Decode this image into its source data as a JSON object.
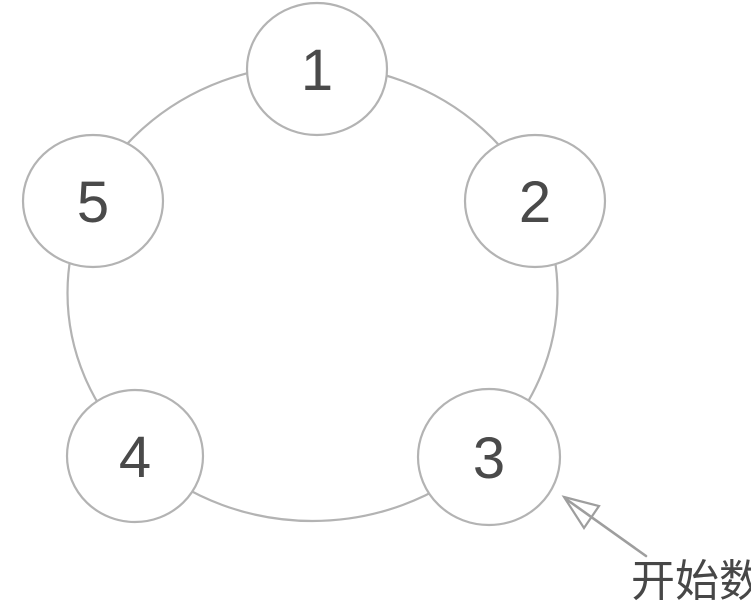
{
  "diagram": {
    "description": "Five numbered circles arranged around a ring; an arrow marks the circle where counting starts",
    "nodes": [
      {
        "label": "1"
      },
      {
        "label": "2"
      },
      {
        "label": "3"
      },
      {
        "label": "4"
      },
      {
        "label": "5"
      }
    ],
    "annotation": {
      "text": "开始数",
      "target_node": "3"
    },
    "colors": {
      "background": "#ffffff",
      "ring-stroke": "#b3b3b3",
      "node-fill": "#ffffff",
      "node-stroke": "#b3b3b3",
      "number-color": "#4a4a4a",
      "arrow-color": "#9e9e9e",
      "annotation-color": "#474747"
    }
  }
}
